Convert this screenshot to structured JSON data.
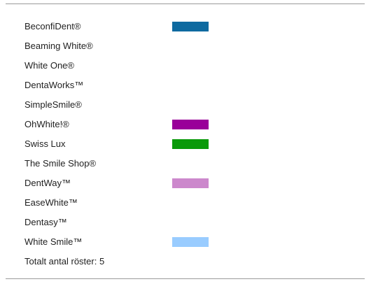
{
  "results": {
    "items": [
      {
        "label": "BeconfiDent®",
        "color": "#0e6aa0",
        "votes": 1
      },
      {
        "label": "Beaming White®",
        "color": "",
        "votes": 0
      },
      {
        "label": "White One®",
        "color": "",
        "votes": 0
      },
      {
        "label": "DentaWorks™",
        "color": "",
        "votes": 0
      },
      {
        "label": "SimpleSmile®",
        "color": "",
        "votes": 0
      },
      {
        "label": "OhWhite!®",
        "color": "#990099",
        "votes": 1
      },
      {
        "label": "Swiss Lux",
        "color": "#0a9a0a",
        "votes": 1
      },
      {
        "label": "The Smile Shop®",
        "color": "",
        "votes": 0
      },
      {
        "label": "DentWay™",
        "color": "#cc88cc",
        "votes": 1
      },
      {
        "label": "EaseWhite™",
        "color": "",
        "votes": 0
      },
      {
        "label": "Dentasy™",
        "color": "",
        "votes": 0
      },
      {
        "label": "White Smile™",
        "color": "#99ccff",
        "votes": 1
      }
    ],
    "total_label": "Totalt antal röster: 5"
  }
}
